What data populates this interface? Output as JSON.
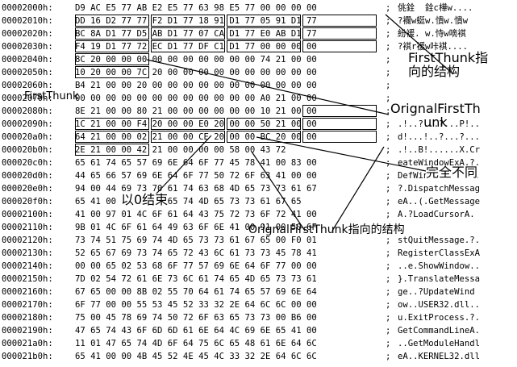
{
  "rows": [
    {
      "addr": "00002000h:",
      "hex": "D9 AC E5 77 AB E2 E5 77 63 98 E5 77 00 00 00 00",
      "ascii": "佻銓  銓c樺w...."
    },
    {
      "addr": "00002010h:",
      "hex": "DD 16 D2 77 77 F2 D1 77 18 91 D1 77 05 91 D1 77",
      "ascii": "?襴w蜓w.憒w.憒w"
    },
    {
      "addr": "00002020h:",
      "hex": "BC 8A D1 77 D5 AB D1 77 07 CA D1 77 E0 AB D1 77",
      "ascii": "紛褑. w.恃w嘀褀"
    },
    {
      "addr": "00002030h:",
      "hex": "F4 19 D1 77 72 EC D1 77 DF C1 D1 77 00 00 00 00",
      "ascii": "?褀r褑w咔褀...."
    },
    {
      "addr": "00002040h:",
      "hex": "8C 20 00 00 00 00 00 00 00 00 00 00 74 21 00 00",
      "ascii": ""
    },
    {
      "addr": "00002050h:",
      "hex": "10 20 00 00 7C 20 00 00 00 00 00 00 00 00 00 00",
      "ascii": ""
    },
    {
      "addr": "00002060h:",
      "hex": "B4 21 00 00 20 00 00 00 00 00 00 00 00 00 00 00",
      "ascii": ""
    },
    {
      "addr": "00002070h:",
      "hex": "00 00 00 00 00 00 00 00 00 00 00 00 A0 21 00 00",
      "ascii": ""
    },
    {
      "addr": "00002080h:",
      "hex": "8E 21 00 00 80 21 00 00 00 00 00 00 10 21 00 00",
      "ascii": ""
    },
    {
      "addr": "00002090h:",
      "hex": "1C 21 00 00 F4 20 00 00 E0 20 00 00 50 21 00 00",
      "ascii": ".!..?...?...P!.."
    },
    {
      "addr": "000020a0h:",
      "hex": "64 21 00 00 02 21 00 00 CE 20 00 00 BC 20 00 00",
      "ascii": "d!...!..?...?..."
    },
    {
      "addr": "000020b0h:",
      "hex": "2E 21 00 00 42 21 00 00 00 00 58 00 43 72",
      "ascii": ".!..B!......X.Cr"
    },
    {
      "addr": "000020c0h:",
      "hex": "65 61 74 65 57 69 6E 64 6F 77 45 78 41 00 83 00",
      "ascii": "eateWindowExA.?."
    },
    {
      "addr": "000020d0h:",
      "hex": "44 65 66 57 69 6E 64 6F 77 50 72 6F 63 41 00 00",
      "ascii": "DefWindowProcA.."
    },
    {
      "addr": "000020e0h:",
      "hex": "94 00 44 69 73 70 61 74 63 68 4D 65 73 73 61 67",
      "ascii": "?.DispatchMessag"
    },
    {
      "addr": "000020f0h:",
      "hex": "65 41 00 00 B1 47 65 74 4D 65 73 73 61 67 65",
      "ascii": "eA..(.GetMessage"
    },
    {
      "addr": "00002100h:",
      "hex": "41 00 97 01 4C 6F 61 64 43 75 72 73 6F 72 41 00",
      "ascii": "A.?LoadCursorA."
    },
    {
      "addr": "00002110h:",
      "hex": "9B 01 4C 6F 61 64 49 63 6F 6E 41 00 91 00 50 6F",
      "ascii": ""
    },
    {
      "addr": "00002120h:",
      "hex": "73 74 51 75 69 74 4D 65 73 73 61 67 65 00 F0 01",
      "ascii": "stQuitMessage.?."
    },
    {
      "addr": "00002130h:",
      "hex": "52 65 67 69 73 74 65 72 43 6C 61 73 73 45 78 41",
      "ascii": "RegisterClassExA"
    },
    {
      "addr": "00002140h:",
      "hex": "00 00 65 02 53 68 6F 77 57 69 6E 64 6F 77 00 00",
      "ascii": "..e.ShowWindow.."
    },
    {
      "addr": "00002150h:",
      "hex": "7D 02 54 72 61 6E 73 6C 61 74 65 4D 65 73 73 61",
      "ascii": "}.TranslateMessa"
    },
    {
      "addr": "00002160h:",
      "hex": "67 65 00 00 8B 02 55 70 64 61 74 65 57 69 6E 64",
      "ascii": "ge..?UpdateWind"
    },
    {
      "addr": "00002170h:",
      "hex": "6F 77 00 00 55 53 45 52 33 32 2E 64 6C 6C 00 00",
      "ascii": "ow..USER32.dll.."
    },
    {
      "addr": "00002180h:",
      "hex": "75 00 45 78 69 74 50 72 6F 63 65 73 73 00 B6 00",
      "ascii": "u.ExitProcess.?."
    },
    {
      "addr": "00002190h:",
      "hex": "47 65 74 43 6F 6D 6D 61 6E 64 4C 69 6E 65 41 00",
      "ascii": "GetCommandLineA."
    },
    {
      "addr": "000021a0h:",
      "hex": "11 01 47 65 74 4D 6F 64 75 6C 65 48 61 6E 64 6C",
      "ascii": "..GetModuleHandl"
    },
    {
      "addr": "000021b0h:",
      "hex": "65 41 00 00 4B 45 52 4E 45 4C 33 32 2E 64 6C 6C",
      "ascii": "eA..KERNEL32.dll"
    }
  ],
  "separator": ";",
  "annotations": {
    "first_thunk_struct": "FirstThunk指\n向的结构",
    "first_thunk": "FirstThunk",
    "orignal_first_thunk": "OrignalFirstTh\nunk",
    "completely_different": "完全不同",
    "ends_with_zero": "以0结束",
    "orignal_first_thunk_struct": "OrignalFirstThunk指向的结构"
  }
}
